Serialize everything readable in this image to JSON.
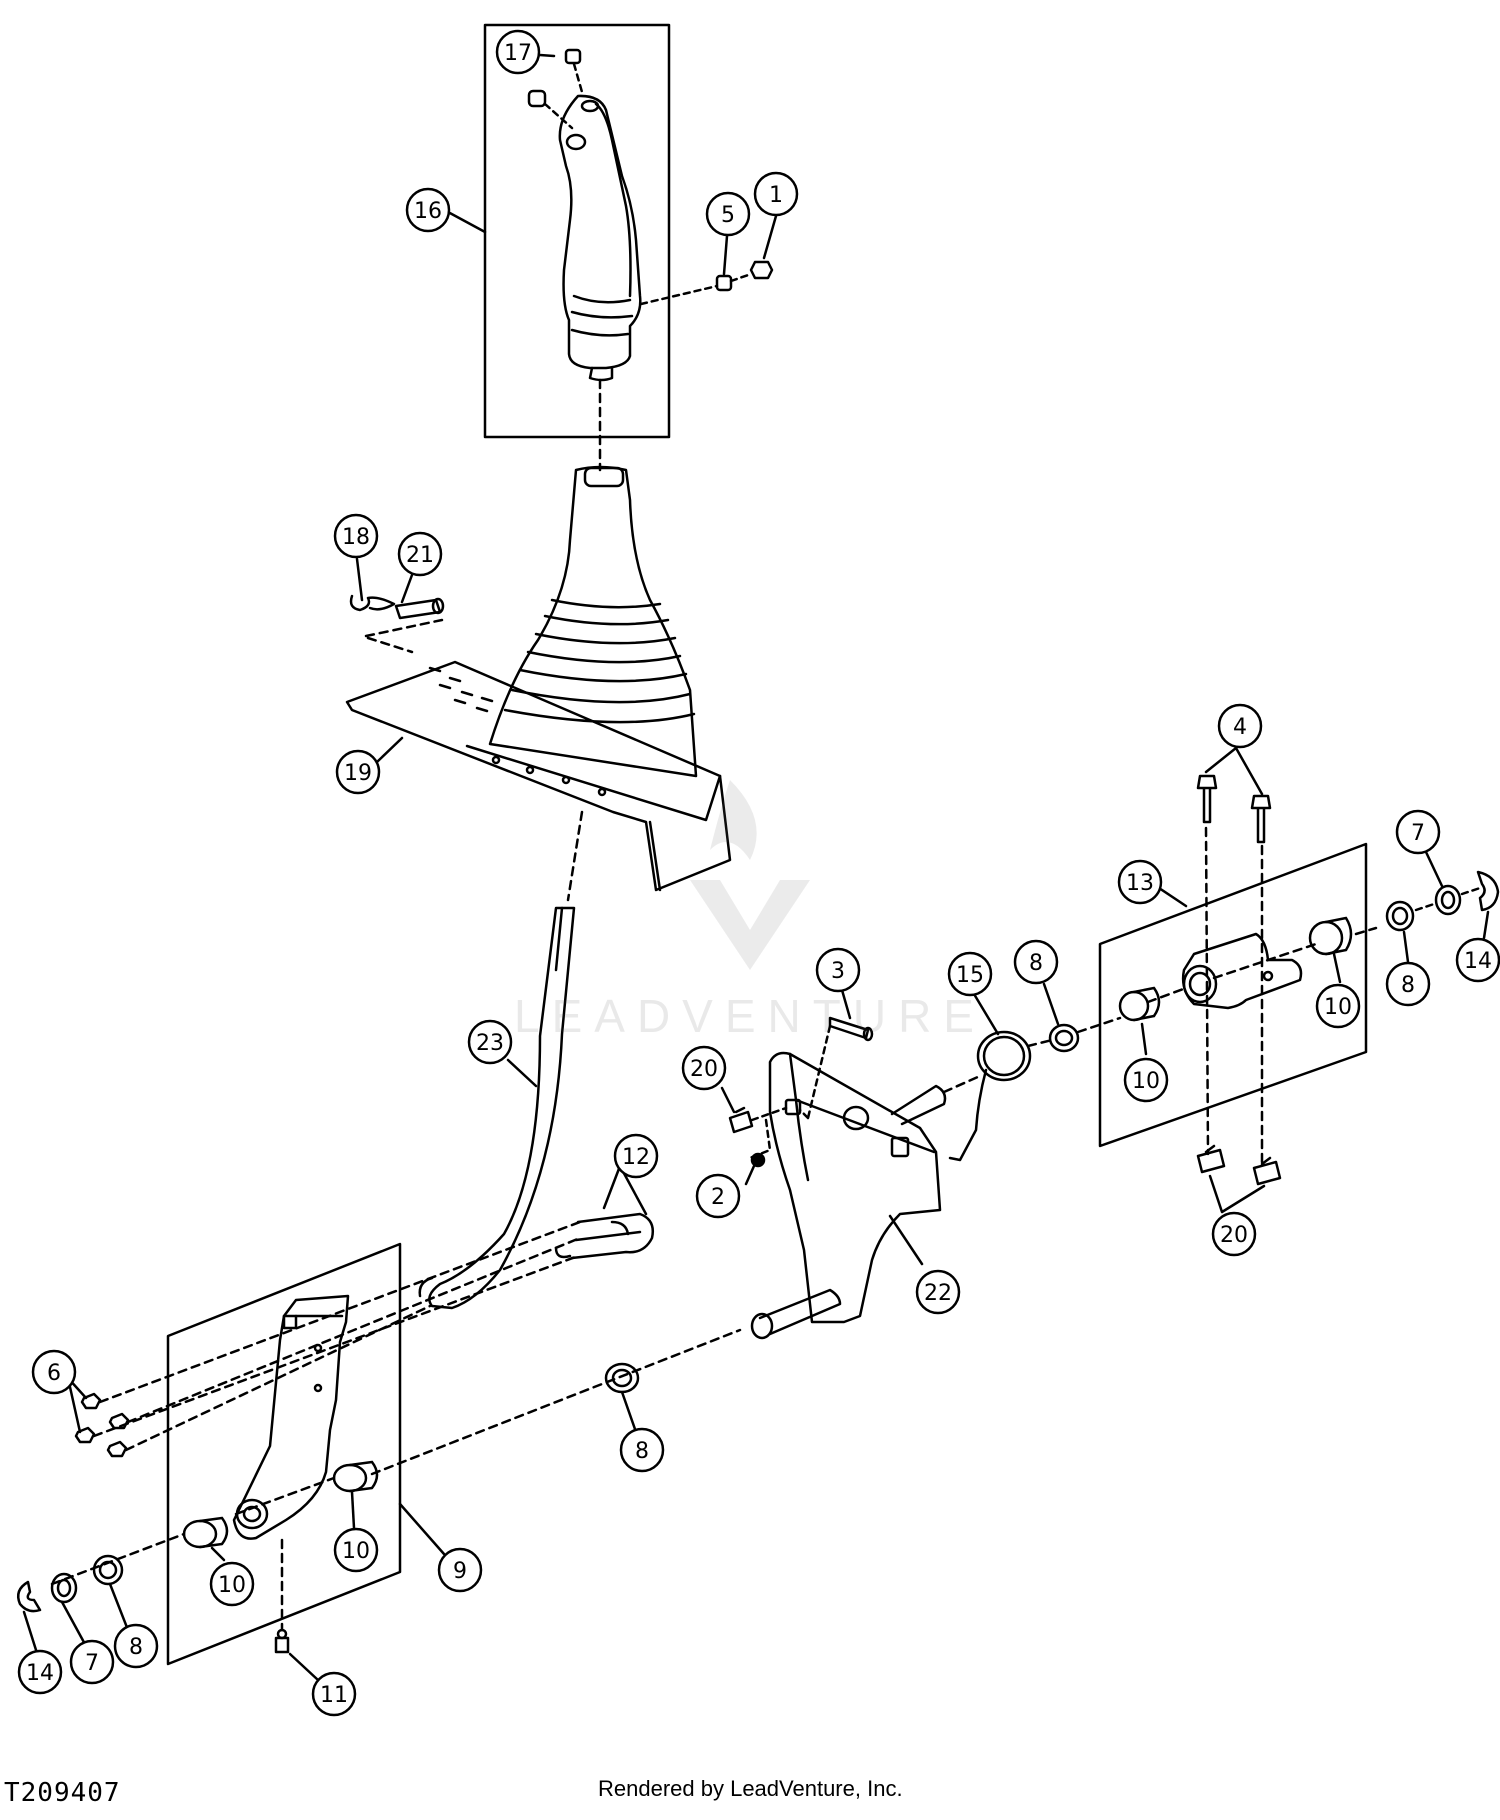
{
  "diagram": {
    "figure_id": "T209407",
    "credit": "Rendered by LeadVenture, Inc.",
    "watermark": "LEADVENTURE",
    "callouts": {
      "c1": "1",
      "c2": "2",
      "c3": "3",
      "c4": "4",
      "c5": "5",
      "c6": "6",
      "c7a": "7",
      "c7b": "7",
      "c8a": "8",
      "c8b": "8",
      "c8c": "8",
      "c8d": "8",
      "c9": "9",
      "c10a": "10",
      "c10b": "10",
      "c10c": "10",
      "c10d": "10",
      "c11": "11",
      "c12": "12",
      "c13": "13",
      "c14a": "14",
      "c14b": "14",
      "c15": "15",
      "c16": "16",
      "c17": "17",
      "c18": "18",
      "c19": "19",
      "c20a": "20",
      "c20b": "20",
      "c21": "21",
      "c22": "22",
      "c23": "23"
    }
  }
}
